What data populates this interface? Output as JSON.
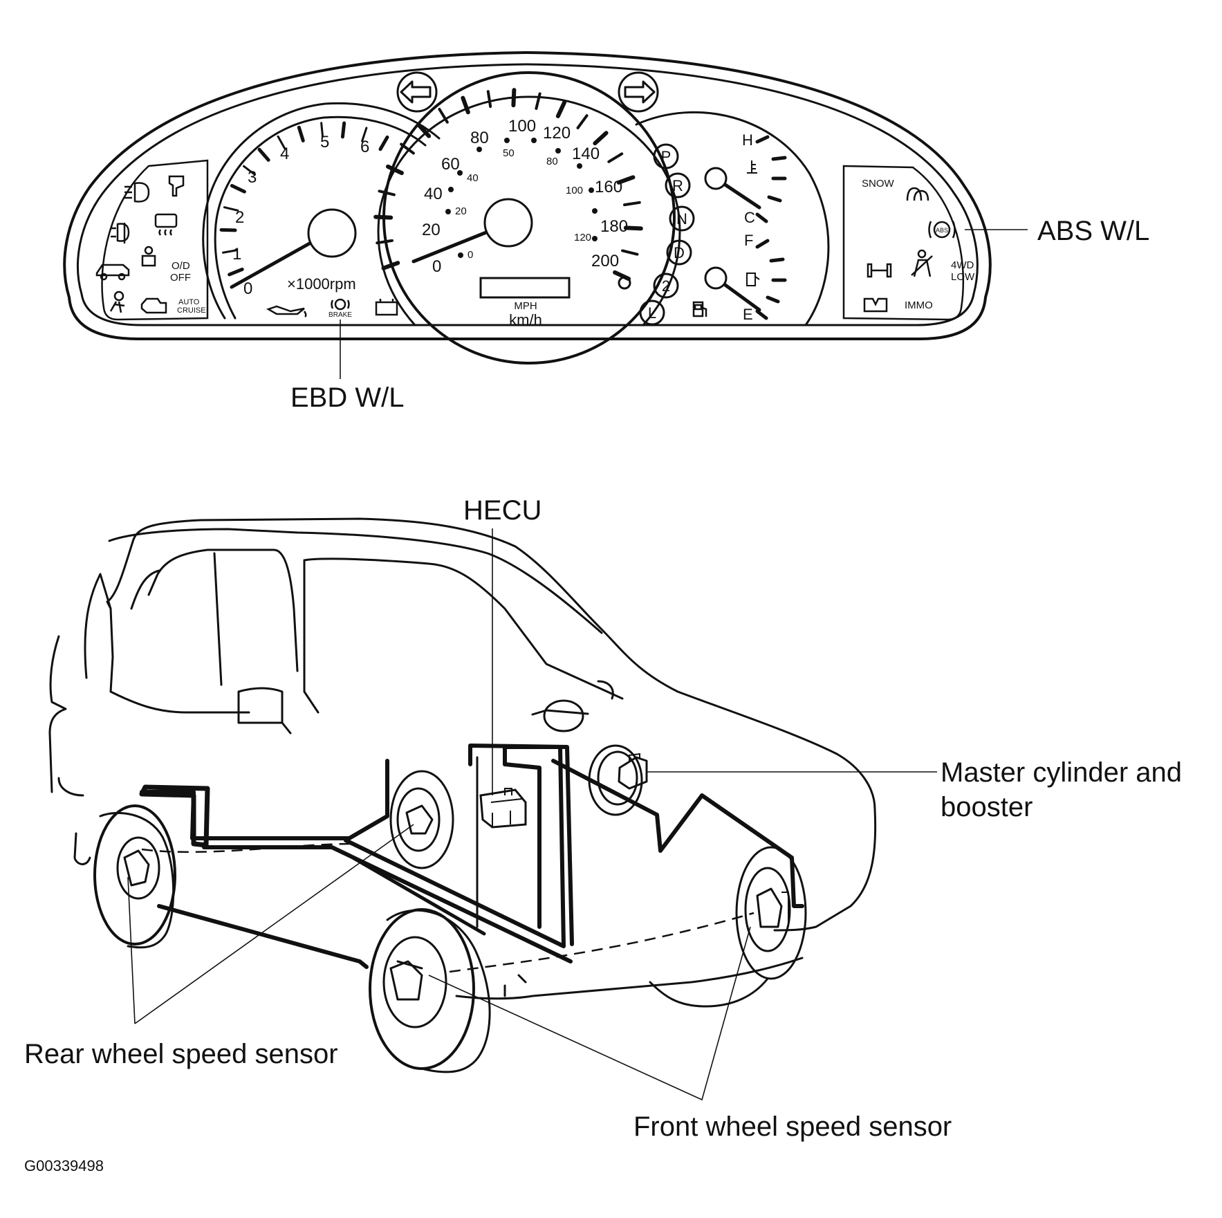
{
  "cluster": {
    "tachometer": {
      "ticks": [
        "0",
        "1",
        "2",
        "3",
        "4",
        "5",
        "6"
      ],
      "unit": "×1000rpm"
    },
    "speedometer": {
      "mph_ticks": [
        "0",
        "20",
        "40",
        "60",
        "80",
        "100",
        "120",
        "140",
        "160",
        "180",
        "200"
      ],
      "kmh_ticks": [
        "0",
        "20",
        "40",
        "50",
        "80",
        "100",
        "120"
      ],
      "units": [
        "MPH",
        "km/h"
      ]
    },
    "gear_indicator": [
      "P",
      "R",
      "N",
      "D",
      "2",
      "L"
    ],
    "temp_gauge": {
      "hot": "H",
      "cold": "C"
    },
    "fuel_gauge": {
      "full": "F",
      "empty": "E"
    },
    "indicator_text": {
      "od_off_1": "O/D",
      "od_off_2": "OFF",
      "auto_cruise_1": "AUTO",
      "auto_cruise_2": "CRUISE",
      "brake": "BRAKE",
      "snow": "SNOW",
      "abs": "ABS",
      "fwd_low_1": "4WD",
      "fwd_low_2": "LOW",
      "immo": "IMMO"
    },
    "icons": [
      "turn-left-arrow-icon",
      "turn-right-arrow-icon",
      "headlight-icon",
      "door-open-icon",
      "fog-light-icon",
      "rear-defrost-icon",
      "vehicle-icon",
      "seat-icon",
      "airbag-icon",
      "engine-check-icon",
      "oil-pressure-icon",
      "brake-warning-icon",
      "battery-icon",
      "fuel-pump-icon",
      "snow-mode-icon",
      "abs-warning-icon",
      "four-wheel-drive-icon",
      "seatbelt-icon",
      "immobilizer-icon"
    ]
  },
  "callouts": {
    "abs": "ABS W/L",
    "ebd": "EBD W/L",
    "hecu": "HECU",
    "master_cylinder_1": "Master cylinder and",
    "master_cylinder_2": "booster",
    "rear_sensor": "Rear wheel speed sensor",
    "front_sensor": "Front wheel speed sensor"
  },
  "figure_id": "G00339498"
}
